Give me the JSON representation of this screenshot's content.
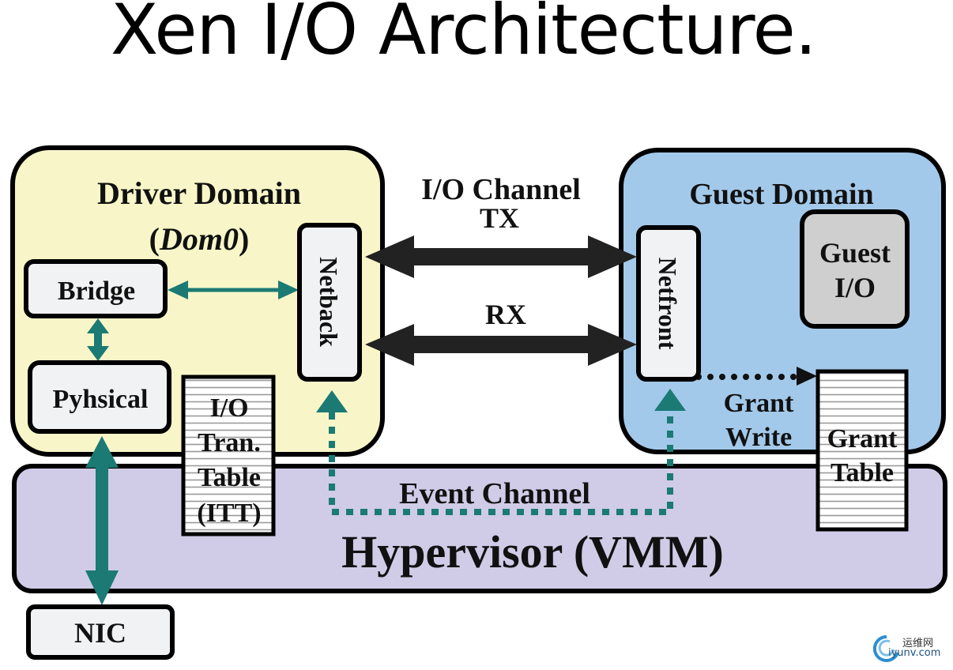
{
  "title": "Xen I/O Architecture.",
  "driver_domain": {
    "name": "Driver Domain",
    "dom_open": "(",
    "dom_italic": "Dom0",
    "dom_close": ")"
  },
  "guest_domain": {
    "name": "Guest Domain"
  },
  "bridge": "Bridge",
  "physical": "Pyhsical",
  "netback": "Netback",
  "netfront": "Netfront",
  "guest_io": [
    "Guest",
    "I/O"
  ],
  "io_channel": "I/O Channel",
  "tx": "TX",
  "rx": "RX",
  "itt": [
    "I/O",
    "Tran.",
    "Table",
    "(ITT)"
  ],
  "grant_write": [
    "Grant",
    "Write"
  ],
  "grant_table": [
    "Grant",
    "Table"
  ],
  "event_channel": "Event Channel",
  "hypervisor": "Hypervisor (VMM)",
  "nic": "NIC",
  "watermark": {
    "top": "运维网",
    "bottom": "iyunv.com"
  },
  "colors": {
    "driver_domain_fill": "#f8f6c8",
    "guest_domain_fill": "#a3c9ea",
    "hypervisor_fill": "#d0cbe6",
    "box_fill": "#f1f2f4",
    "guest_io_fill": "#cfcfcf",
    "teal": "#1b7a74"
  }
}
